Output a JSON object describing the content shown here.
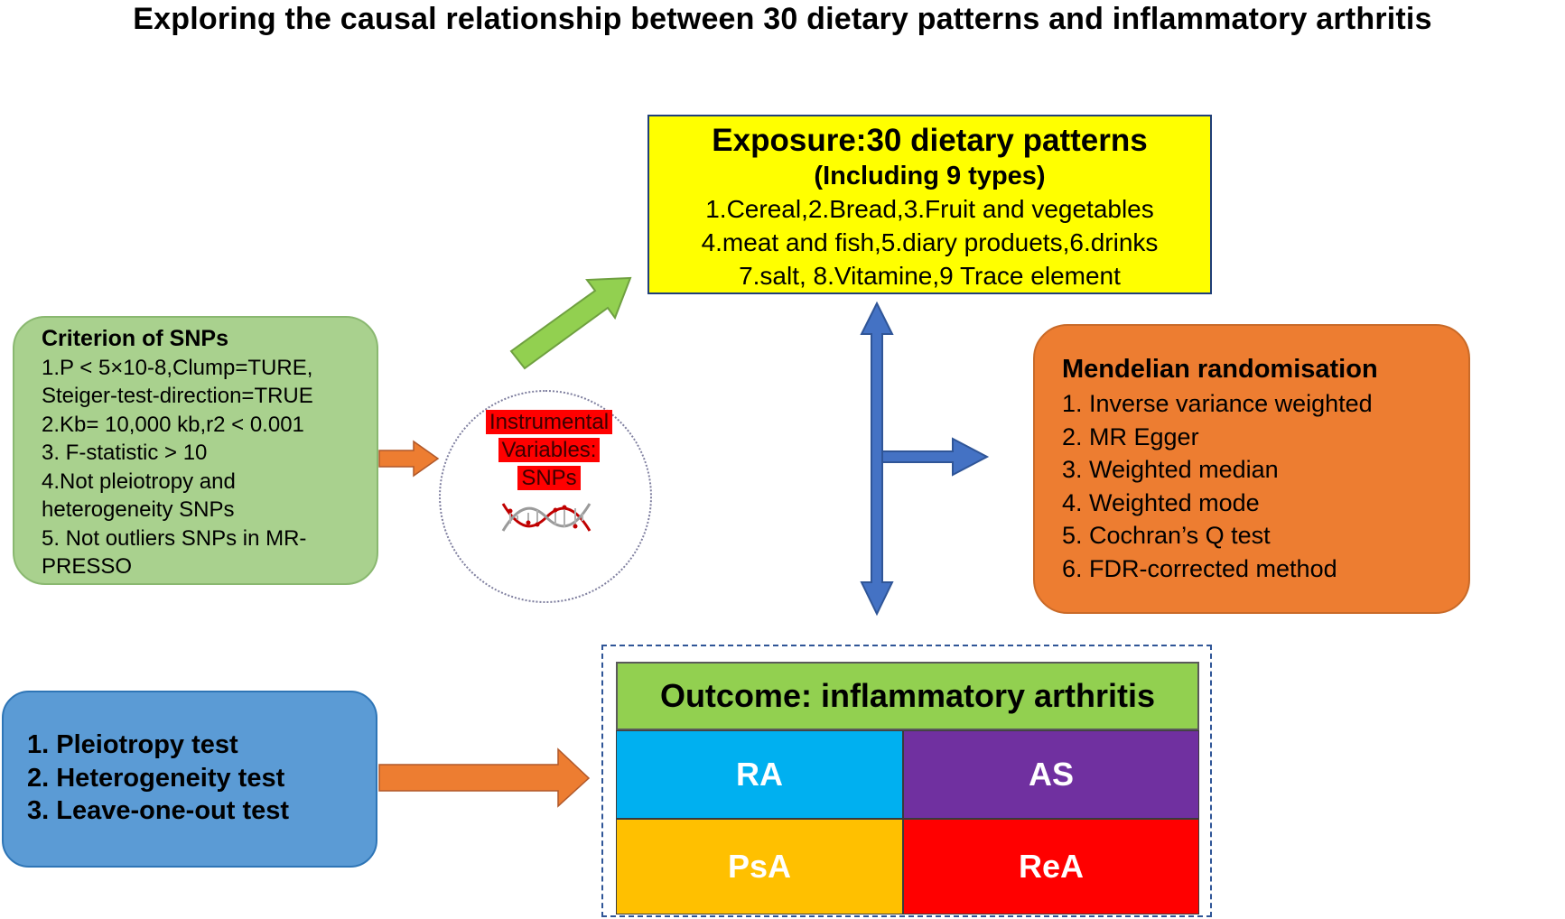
{
  "title": "Exploring the causal relationship between 30 dietary patterns and inflammatory arthritis",
  "exposure": {
    "heading": "Exposure:30 dietary patterns",
    "subheading": "(Including 9 types)",
    "lines": [
      "1.Cereal,2.Bread,3.Fruit and vegetables",
      "4.meat and fish,5.diary produets,6.drinks",
      "7.salt, 8.Vitamine,9 Trace element"
    ]
  },
  "criterion": {
    "heading": "Criterion of SNPs",
    "lines": [
      "1.P < 5×10-8,Clump=TURE,",
      "Steiger-test-direction=TRUE",
      "2.Kb= 10,000 kb,r2 < 0.001",
      "3. F-statistic > 10",
      "4.Not pleiotropy and",
      "heterogeneity SNPs",
      "5. Not outliers SNPs in MR-",
      "PRESSO"
    ]
  },
  "instrumental": {
    "lines": [
      "Instrumental",
      "Variables:",
      "SNPs"
    ]
  },
  "mr": {
    "heading": "Mendelian randomisation",
    "items": [
      "1. Inverse variance weighted",
      "2. MR Egger",
      "3. Weighted median",
      "4. Weighted mode",
      "5. Cochran’s Q test",
      "6. FDR-corrected method"
    ]
  },
  "tests": {
    "items": [
      "1. Pleiotropy test",
      "2. Heterogeneity test",
      "3. Leave-one-out test"
    ]
  },
  "outcome": {
    "heading": "Outcome: inflammatory arthritis",
    "cells": [
      "RA",
      "AS",
      "PsA",
      "ReA"
    ]
  },
  "colors": {
    "exposure_fill": "#ffff00",
    "criterion_fill": "#a9d18e",
    "mr_fill": "#ed7d31",
    "tests_fill": "#5b9bd5",
    "outcome_head_fill": "#92d050",
    "ra": "#00b0f0",
    "as": "#7030a0",
    "psa": "#ffc000",
    "rea": "#ff0000",
    "arrow_blue": "#4472c4",
    "arrow_orange": "#ed7d31",
    "arrow_green": "#92d050"
  },
  "icons": [
    "dna-icon"
  ]
}
